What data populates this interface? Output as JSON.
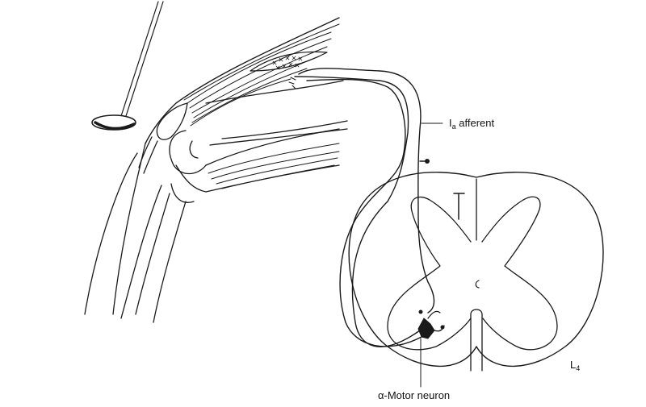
{
  "labels": {
    "ia_afferent_main": "I",
    "ia_afferent_sub": "a",
    "ia_afferent_rest": " afferent",
    "segment_main": "L",
    "segment_sub": "4",
    "motor_neuron": "α-Motor neuron"
  },
  "colors": {
    "line": "#1a1a1a",
    "background": "#ffffff"
  }
}
